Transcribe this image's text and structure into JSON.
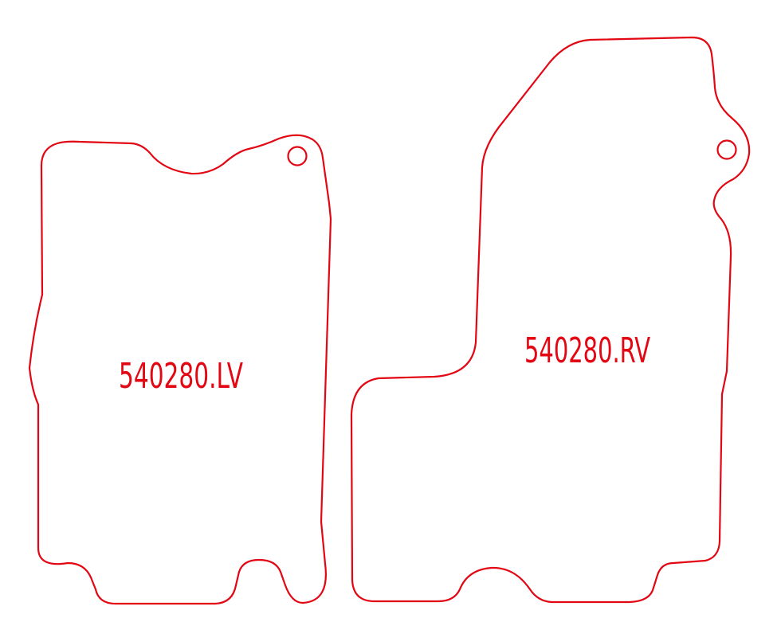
{
  "drawing": {
    "stroke_color": "#e30613",
    "background": "#ffffff",
    "parts": [
      {
        "id": "left-mat",
        "label": "540280.LV",
        "has_mount_hole": true
      },
      {
        "id": "right-mat",
        "label": "540280.RV",
        "has_mount_hole": true
      }
    ]
  }
}
